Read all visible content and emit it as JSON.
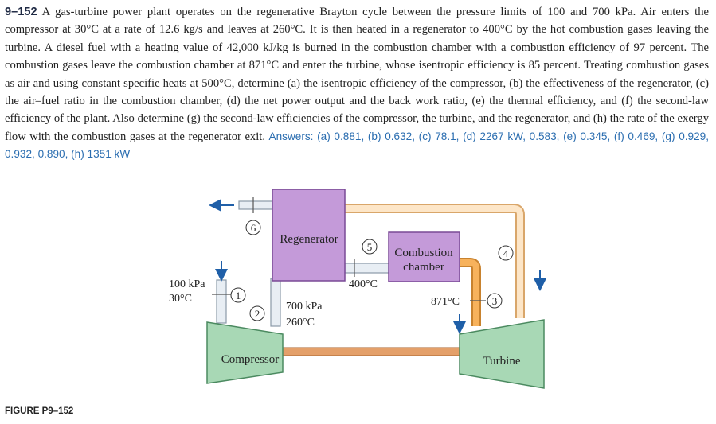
{
  "problem": {
    "number": "9–152",
    "statement": "A gas-turbine power plant operates on the regenerative Brayton cycle between the pressure limits of 100 and 700 kPa. Air enters the compressor at 30°C at a rate of 12.6 kg/s and leaves at 260°C. It is then heated in a regenerator to 400°C by the hot combustion gases leaving the turbine. A diesel fuel with a heating value of 42,000 kJ/kg is burned in the combustion chamber with a combustion efficiency of 97 percent. The combustion gases leave the combustion chamber at 871°C and enter the turbine, whose isentropic efficiency is 85 percent. Treating combustion gases as air and using constant specific heats at 500°C, determine (a) the isentropic efficiency of the compressor, (b) the effectiveness of the regenerator, (c) the air–fuel ratio in the combustion chamber, (d) the net power output and the back work ratio, (e) the thermal efficiency, and (f) the second-law efficiency of the plant. Also determine (g) the second-law efficiencies of the compressor, the turbine, and the regenerator, and (h) the rate of the exergy flow with the combustion gases at the regenerator exit.",
    "answers": "Answers: (a) 0.881, (b) 0.632, (c) 78.1, (d) 2267 kW, 0.583, (e) 0.345, (f) 0.469, (g) 0.929, 0.932, 0.890, (h) 1351 kW"
  },
  "figure": {
    "label": "FIGURE P9–152",
    "regenerator_label": "Regenerator",
    "combustion_label_line1": "Combustion",
    "combustion_label_line2": "chamber",
    "compressor_label": "Compressor",
    "turbine_label": "Turbine",
    "inlet_pressure": "100 kPa",
    "inlet_temperature": "30°C",
    "compressor_exit_pressure": "700 kPa",
    "compressor_exit_temperature": "260°C",
    "regenerator_exit_temperature": "400°C",
    "turbine_inlet_temperature": "871°C",
    "states": [
      "1",
      "2",
      "3",
      "4",
      "5",
      "6"
    ],
    "colors": {
      "box_fill": "#c49ad9",
      "box_stroke": "#7a4a96",
      "machine_fill": "#a8d8b5",
      "machine_stroke": "#4b8a60",
      "shaft_fill": "#e4a06a",
      "pipe_light_fill": "#fde6c8",
      "pipe_light_stroke": "#d9a66a",
      "pipe_hot_fill": "#f7b25c",
      "pipe_cold_fill": "#e8eef4",
      "pipe_cold_stroke": "#8a99a8",
      "arrow": "#1f5fa8"
    }
  }
}
